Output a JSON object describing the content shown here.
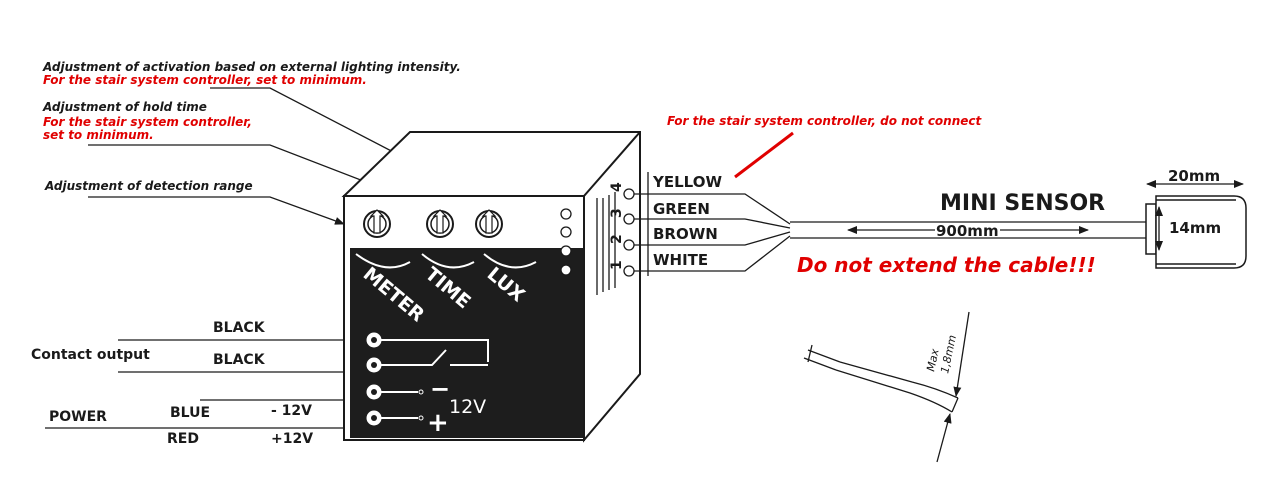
{
  "annotations": {
    "lux_line1": "Adjustment of activation based on external lighting intensity.",
    "lux_line2": "For the stair system controller, set to minimum.",
    "time_line1": "Adjustment of hold time",
    "time_line2": "For the stair system controller,",
    "time_line3": "set to minimum.",
    "range_line1": "Adjustment of detection range",
    "yellow_note": "For the stair system controller, do not connect"
  },
  "knobs": {
    "meter": "METER",
    "time": "TIME",
    "lux": "LUX"
  },
  "outputs": {
    "contact_label": "Contact output",
    "black1": "BLACK",
    "black2": "BLACK",
    "power_label": "POWER",
    "blue": "BLUE",
    "red": "RED",
    "neg": "- 12V",
    "pos": "+12V",
    "terminal_minus": "−",
    "terminal_plus": "+",
    "terminal_v": "12V"
  },
  "terminals": [
    "4",
    "3",
    "2",
    "1"
  ],
  "wires": [
    "YELLOW",
    "GREEN",
    "BROWN",
    "WHITE"
  ],
  "sensor": {
    "title": "MINI SENSOR",
    "cable_length": "900mm",
    "width": "20mm",
    "height": "14mm",
    "warning": "Do not extend the cable!!!",
    "max_line1": "Max",
    "max_line2": "1,8mm"
  },
  "colors": {
    "red": "#e00000",
    "box_face": "#1d1d1d",
    "ink": "#1a1a1a"
  }
}
